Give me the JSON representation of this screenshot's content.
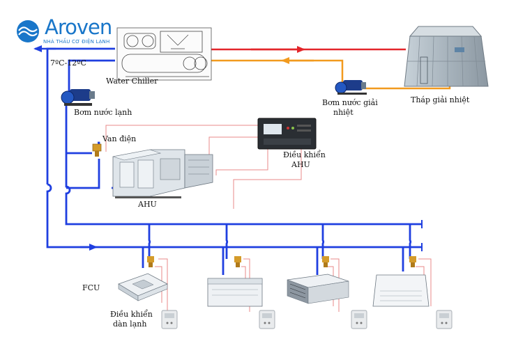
{
  "brand": {
    "name": "Aroven",
    "tagline": "NHÀ THẦU CƠ ĐIỆN LẠNH",
    "color": "#1976c9"
  },
  "labels": {
    "temperature": "7ºC-12ºC",
    "chiller": "Water Chiller",
    "chilled_pump": "Bơm nước lạnh",
    "cooling_pump_line1": "Bơm nước giải",
    "cooling_pump_line2": "nhiệt",
    "cooling_tower": "Tháp giải nhiệt",
    "valve": "Van điện",
    "ahu_ctrl_line1": "Điều khiển",
    "ahu_ctrl_line2": "AHU",
    "ahu": "AHU",
    "fcu": "FCU",
    "fcu_ctrl_line1": "Điều khiển",
    "fcu_ctrl_line2": "dàn lạnh"
  },
  "colors": {
    "chilled_water": "#1f3fe0",
    "hot_water": "#e3262b",
    "cooling_return": "#f29a1e",
    "control_wire": "#e88a8a",
    "equipment": "#b9c3cc"
  },
  "fcu_units": [
    "cassette",
    "floor-standing",
    "ducted",
    "ceiling-suspended"
  ]
}
